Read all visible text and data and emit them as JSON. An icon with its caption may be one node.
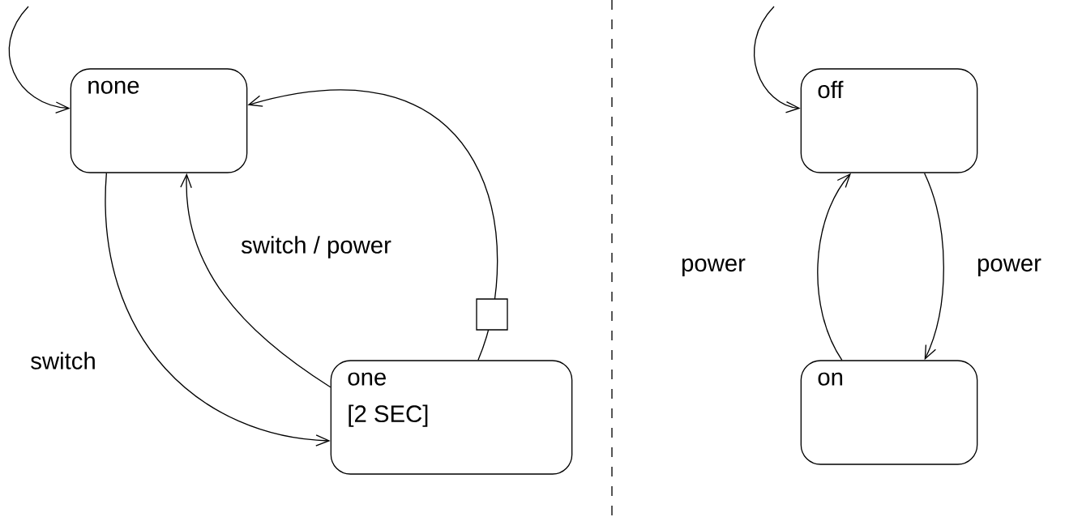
{
  "diagram": {
    "nodes": [
      {
        "text": [
          "none"
        ]
      },
      {
        "text": [
          "one",
          "[2 SEC]"
        ]
      },
      {
        "text": [
          "off"
        ]
      },
      {
        "text": [
          "on"
        ]
      }
    ],
    "edges": [
      {
        "from": null,
        "to": 0,
        "arrow": "to"
      },
      {
        "from": 0,
        "to": 1,
        "arrow": "to",
        "label": "switch"
      },
      {
        "from": 1,
        "to": 0,
        "arrow": "to",
        "label": "switch / power"
      },
      {
        "from": 1,
        "to": 0,
        "arrow": "to"
      },
      {
        "from": null,
        "to": 2,
        "arrow": "to"
      },
      {
        "from": 2,
        "to": 3,
        "arrow": "to",
        "label": "power"
      },
      {
        "from": 3,
        "to": 2,
        "arrow": "to",
        "label": "power"
      }
    ]
  }
}
